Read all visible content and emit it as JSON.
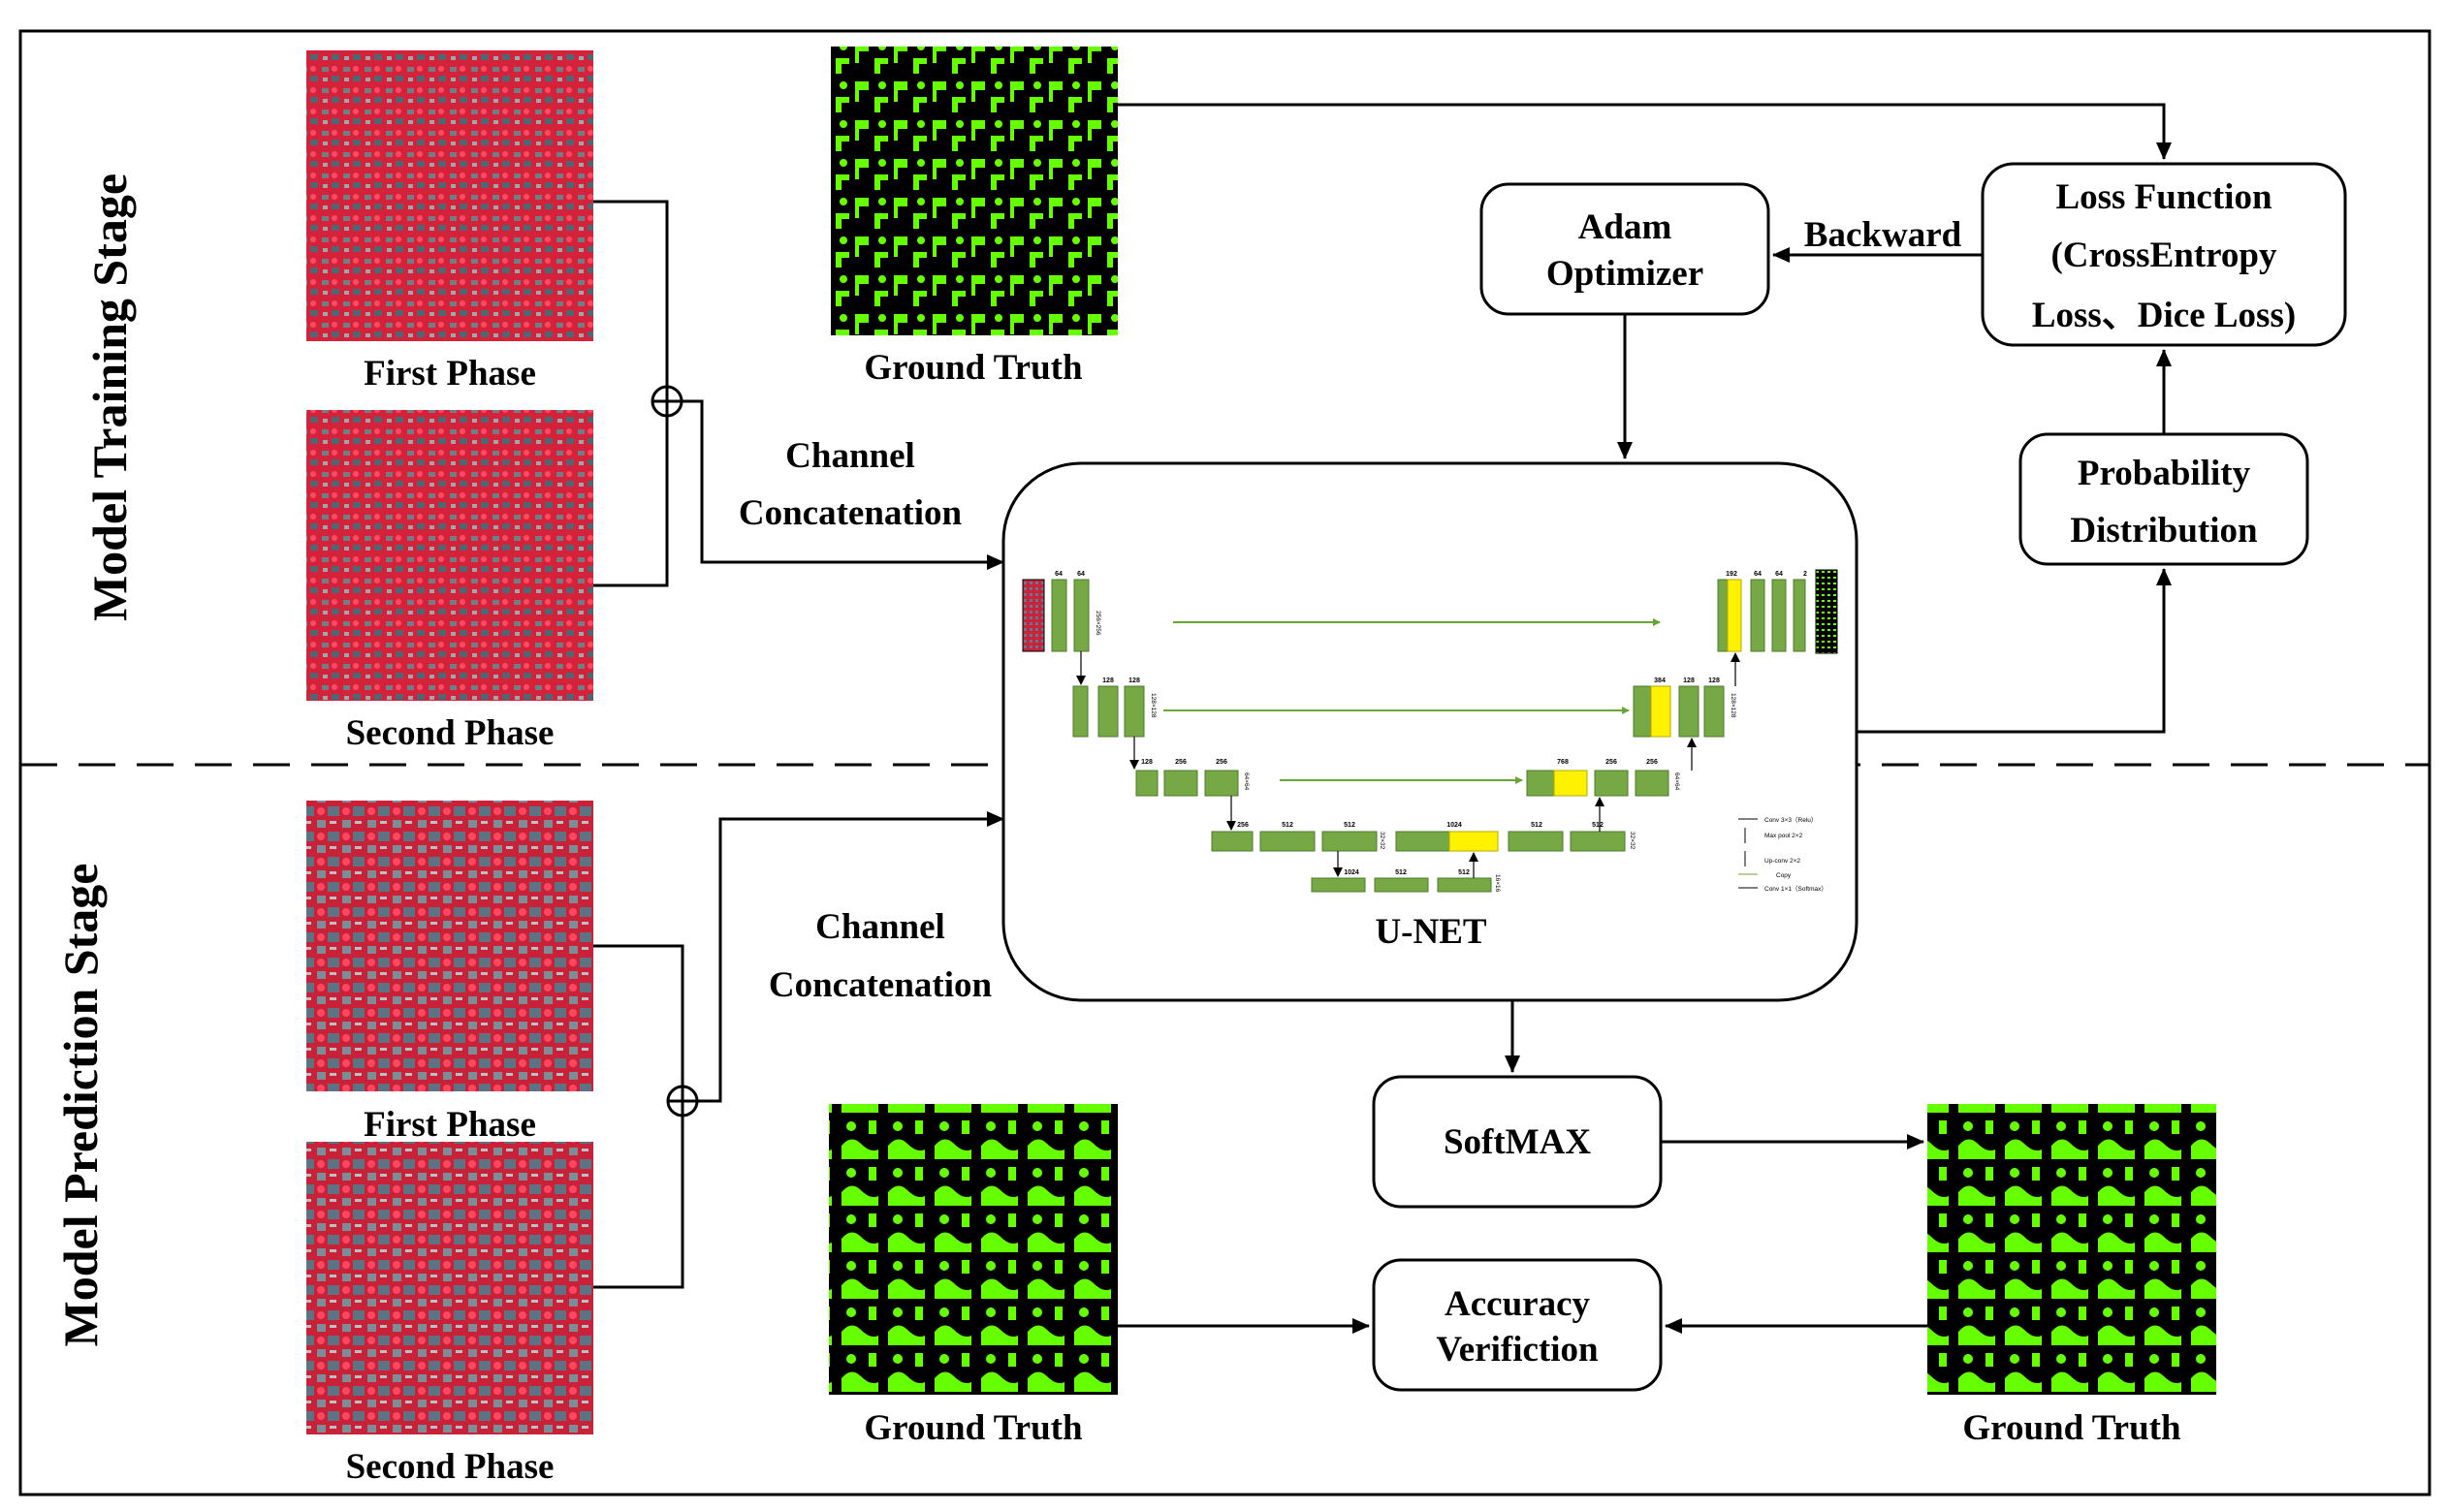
{
  "stages": {
    "training": "Model Training Stage",
    "prediction": "Model Prediction Stage"
  },
  "training": {
    "first_phase": "First Phase",
    "second_phase": "Second Phase",
    "ground_truth": "Ground Truth",
    "concat_line1": "Channel",
    "concat_line2": "Concatenation",
    "adam_line1": "Adam",
    "adam_line2": "Optimizer",
    "backward": "Backward",
    "loss_line1": "Loss Function",
    "loss_line2": "(CrossEntropy",
    "loss_line3": "Loss、Dice Loss)",
    "prob_line1": "Probability",
    "prob_line2": "Distribution"
  },
  "prediction": {
    "first_phase": "First Phase",
    "second_phase": "Second Phase",
    "ground_truth_left": "Ground Truth",
    "ground_truth_right": "Ground Truth",
    "concat_line1": "Channel",
    "concat_line2": "Concatenation",
    "softmax": "SoftMAX",
    "accuracy_line1": "Accuracy",
    "accuracy_line2": "Verifiction"
  },
  "unet": {
    "title": "U-NET",
    "channels": {
      "enc1a": "64",
      "enc1b": "64",
      "enc2a": "128",
      "enc2b": "128",
      "enc3a": "128",
      "enc3b": "256",
      "enc3c": "256",
      "enc4a": "256",
      "enc4b": "512",
      "enc4c": "512",
      "bott_a": "1024",
      "bott_b": "512",
      "bott_c": "512",
      "dec4a": "512",
      "dec4b": "512",
      "dec3a": "768",
      "dec3b": "256",
      "dec3c": "256",
      "dec2a": "384",
      "dec2b": "128",
      "dec2c": "128",
      "dec1a": "192",
      "dec1b": "64",
      "dec1c": "64",
      "dec1d": "2"
    },
    "sizes": {
      "s256": "256×256",
      "s128": "128×128",
      "s64": "64×64",
      "s32": "32×32",
      "s16": "16×16"
    },
    "legend": [
      "Conv 3×3（Relu）",
      "Max pool 2×2",
      "Up-conv 2×2",
      "Copy",
      "Conv 1×1（Softmax）"
    ]
  },
  "colors": {
    "block_green": "#77a846",
    "block_yellow": "#fff200",
    "mask_green": "#66ff00",
    "mask_black": "#000000",
    "veg_red": "#e8223a",
    "concat_arrow": "#69a534"
  }
}
